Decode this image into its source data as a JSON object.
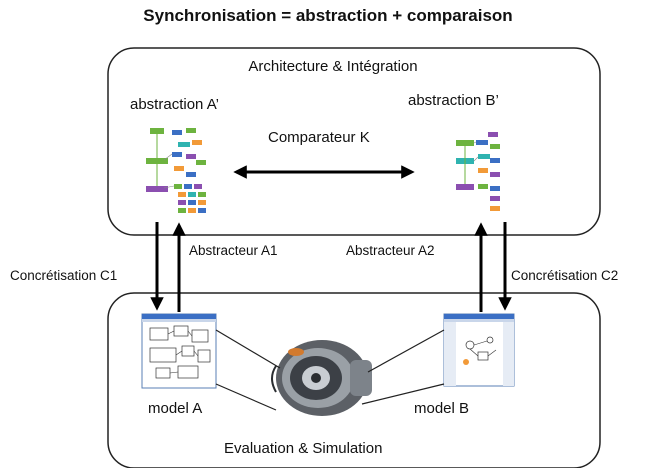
{
  "title": "Synchronisation = abstraction + comparaison",
  "top_box": {
    "label": "Architecture & Intégration",
    "abstraction_a": "abstraction A’",
    "abstraction_b": "abstraction B’",
    "comparator": "Comparateur K"
  },
  "links": {
    "concretisation_c1": "Concrétisation C1",
    "abstracteur_a1": "Abstracteur  A1",
    "abstracteur_a2": "Abstracteur A2",
    "concretisation_c2": "Concrétisation C2"
  },
  "bottom_box": {
    "label": "Evaluation & Simulation",
    "model_a": "model A",
    "model_b": "model B"
  },
  "colors": {
    "box_stroke": "#222222",
    "arrow": "#000000",
    "diagram_green": "#6db33f",
    "diagram_blue": "#3b6fc4",
    "diagram_purple": "#8b4fb0",
    "diagram_orange": "#f29a38",
    "diagram_teal": "#2fb3b0"
  }
}
